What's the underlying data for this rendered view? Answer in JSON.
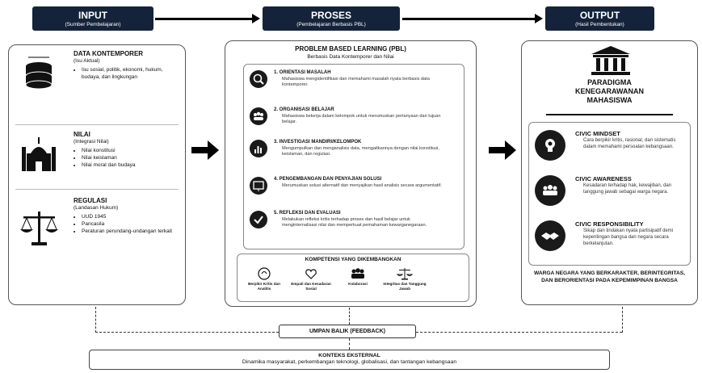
{
  "headers": {
    "input": {
      "title": "INPUT",
      "sub": "(Sumber Pembelajaran)"
    },
    "proses": {
      "title": "PROSES",
      "sub": "(Pembelajaran Berbasis PBL)"
    },
    "output": {
      "title": "OUTPUT",
      "sub": "(Hasil Pembentukan)"
    }
  },
  "input": {
    "sections": [
      {
        "icon": "database-icon",
        "title": "DATA KONTEMPORER",
        "sub": "(Isu Aktual)",
        "items": [
          "Isu sosial, politik, ekonomi, hukum, budaya, dan lingkungan"
        ]
      },
      {
        "icon": "mosque-icon",
        "title": "NILAI",
        "sub": "(Integrasi Nilai)",
        "items": [
          "Nilai konstitusi",
          "Nilai keislaman",
          "Nilai moral dan budaya"
        ]
      },
      {
        "icon": "scales-icon",
        "title": "REGULASI",
        "sub": "(Landasan Hukum)",
        "items": [
          "UUD 1945",
          "Pancasila",
          "Peraturan perundang-undangan terkait"
        ]
      }
    ]
  },
  "proses": {
    "title": "PROBLEM BASED LEARNING (PBL)",
    "subtitle": "Berbasis Data Kontemporer dan Nilai",
    "steps": [
      {
        "icon": "magnifier-icon",
        "title": "1. ORIENTASI MASALAH",
        "desc": "Mahasiswa mengidentifikasi dan memahami masalah nyata berbasis data kontemporer."
      },
      {
        "icon": "group-icon",
        "title": "2. ORGANISASI BELAJAR",
        "desc": "Mahasiswa bekerja dalam kelompok untuk merumuskan pertanyaan dan tujuan belajar."
      },
      {
        "icon": "bar-chart-icon",
        "title": "3. INVESTIGASI MANDIRI/KELOMPOK",
        "desc": "Mengumpulkan dan menganalisis data, mengaitkannya dengan nilai konstitusi, keislaman, dan regulasi."
      },
      {
        "icon": "presentation-icon",
        "title": "4. PENGEMBANGAN DAN PENYAJIAN SOLUSI",
        "desc": "Merumuskan solusi alternatif dan menyajikan hasil analisis secara argumentatif."
      },
      {
        "icon": "check-icon",
        "title": "5. REFLEKSI DAN EVALUASI",
        "desc": "Melakukan refleksi kritis terhadap proses dan hasil belajar untuk menginternalisasi nilai dan memperkuat pemahaman kewarganegaraan."
      }
    ],
    "competency_title": "KOMPETENSI YANG DIKEMBANGKAN",
    "competencies": [
      {
        "icon": "brain-icon",
        "label": "Berpikir Kritis dan Analitis"
      },
      {
        "icon": "heart-icon",
        "label": "Empati dan Kesadaran Sosial"
      },
      {
        "icon": "team-icon",
        "label": "Kolaborasi"
      },
      {
        "icon": "balance-icon",
        "label": "Integritas dan Tanggung Jawab"
      }
    ]
  },
  "output": {
    "title_line1": "PARADIGMA",
    "title_line2": "KENEGARAWANAN",
    "title_line3": "MAHASISWA",
    "items": [
      {
        "icon": "head-icon",
        "title": "CIVIC MINDSET",
        "desc": "Cara berpikir kritis, rasional, dan sistematis dalam memahami persoalan kebangsaan."
      },
      {
        "icon": "people-icon",
        "title": "CIVIC AWARENESS",
        "desc": "Kesadaran terhadap hak, kewajiban, dan tanggung jawab sebagai warga negara."
      },
      {
        "icon": "handshake-icon",
        "title": "CIVIC RESPONSIBILITY",
        "desc": "Sikap dan tindakan nyata partisipatif demi kepentingan bangsa dan negara secara berkelanjutan."
      }
    ],
    "statement": "WARGA NEGARA YANG BERKARAKTER, BERINTEGRITAS, DAN BERORIENTASI PADA KEPEMIMPINAN BANGSA"
  },
  "feedback": "UMPAN BALIK (FEEDBACK)",
  "context": {
    "title": "KONTEKS EKSTERNAL",
    "desc": "Dinamika masyarakat, perkembangan teknologi, globalisasi, dan tantangan kebangsaan"
  }
}
